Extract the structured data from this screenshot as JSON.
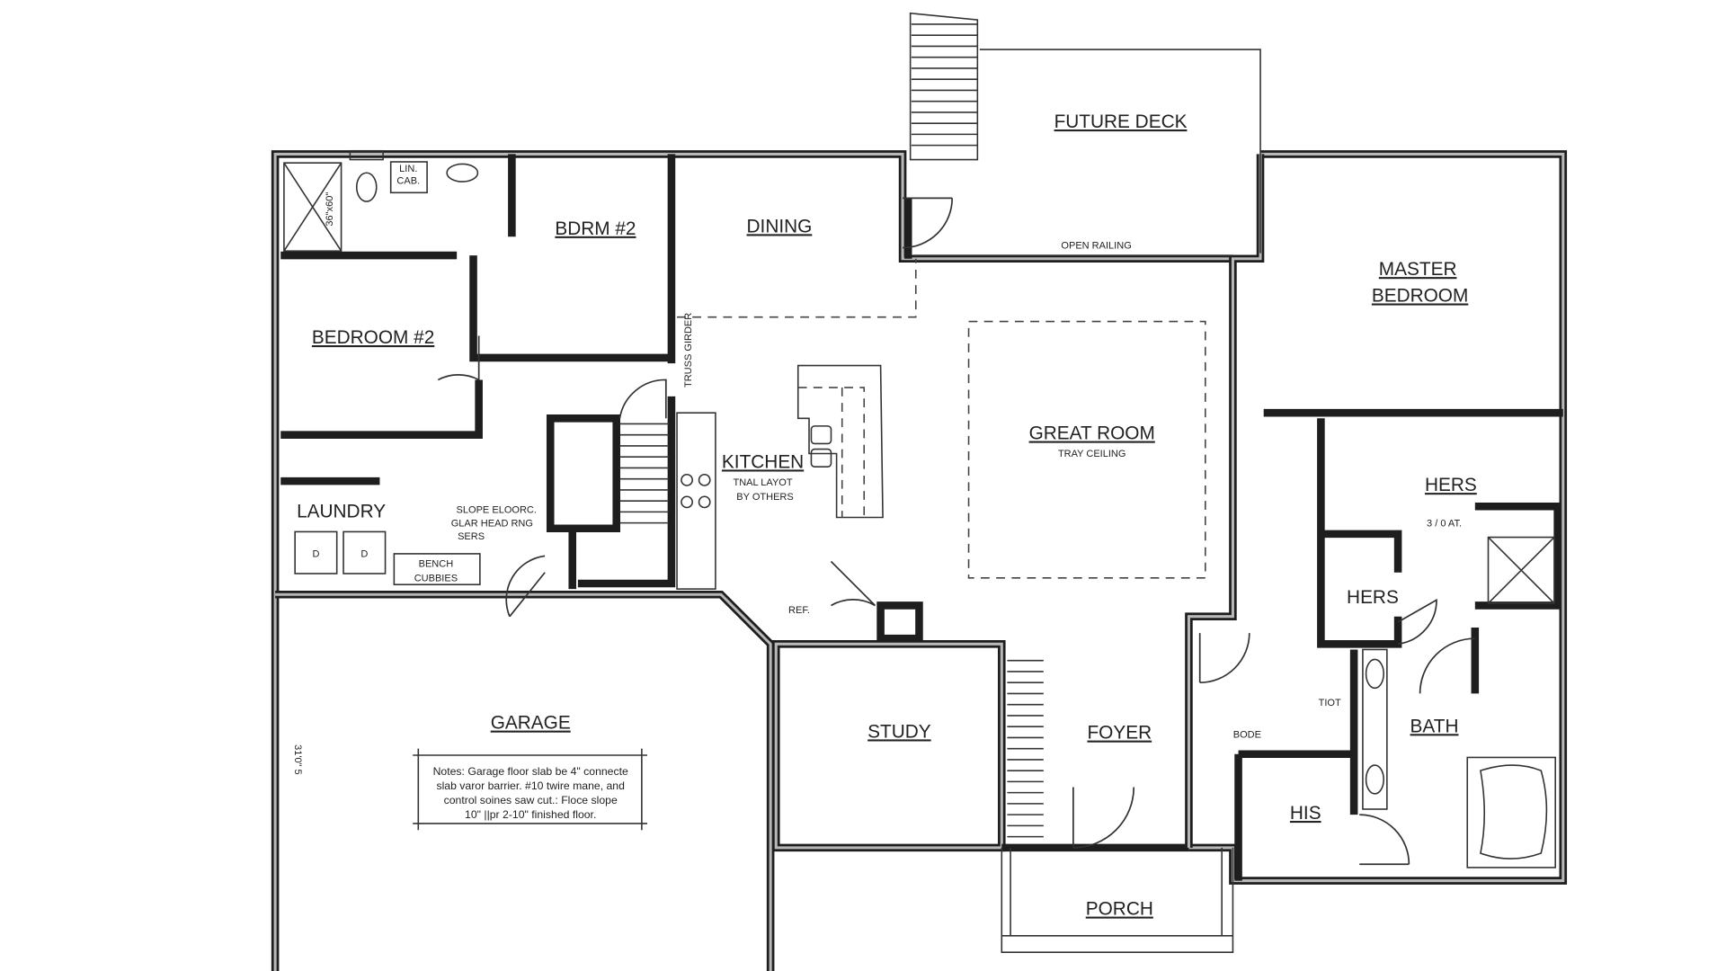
{
  "plan": {
    "rooms": {
      "future_deck": "FUTURE DECK",
      "bdrm2_upper": "BDRM #2",
      "dining": "DINING",
      "master_line1": "MASTER",
      "master_line2": "BEDROOM",
      "bedroom2": "BEDROOM #2",
      "great_room": "GREAT ROOM",
      "kitchen": "KITCHEN",
      "laundry": "LAUNDRY",
      "hers_closet": "HERS",
      "hers_small": "HERS",
      "garage": "GARAGE",
      "study": "STUDY",
      "foyer": "FOYER",
      "bath": "BATH",
      "his": "HIS",
      "porch": "PORCH"
    },
    "notes": {
      "great_room_sub": "TRAY CEILING",
      "kitchen_sub1": "TNAL LAYOT",
      "kitchen_sub2": "BY OTHERS",
      "open_railing": "OPEN RAILING",
      "lin_cab1": "LIN.",
      "lin_cab2": "CAB.",
      "truss_girder": "TRUSS GIRDER",
      "stairs_note1": "SLOPE ELOORC.",
      "stairs_note2": "GLAR HEAD RNG",
      "stairs_note3": "SERS",
      "bench": "BENCH",
      "cubbies": "CUBBIES",
      "ref": "REF.",
      "bode": "BODE",
      "toilet": "TIOT",
      "hers_rod": "3 / 0 AT.",
      "garage_dim": "31'0\" 5",
      "shower_dim": "36\"x60\"",
      "garage_notes": [
        "Notes: Garage floor slab be 4\" connecte",
        "slab varor barrier. #10 twire mane, and",
        "control soines saw cut.: Floce slope",
        "10\" ||pr 2-10\" finished floor."
      ]
    },
    "colors": {
      "line": "#1e1e1e",
      "wall_fill": "#b8b8b8",
      "background": "#ffffff"
    }
  }
}
